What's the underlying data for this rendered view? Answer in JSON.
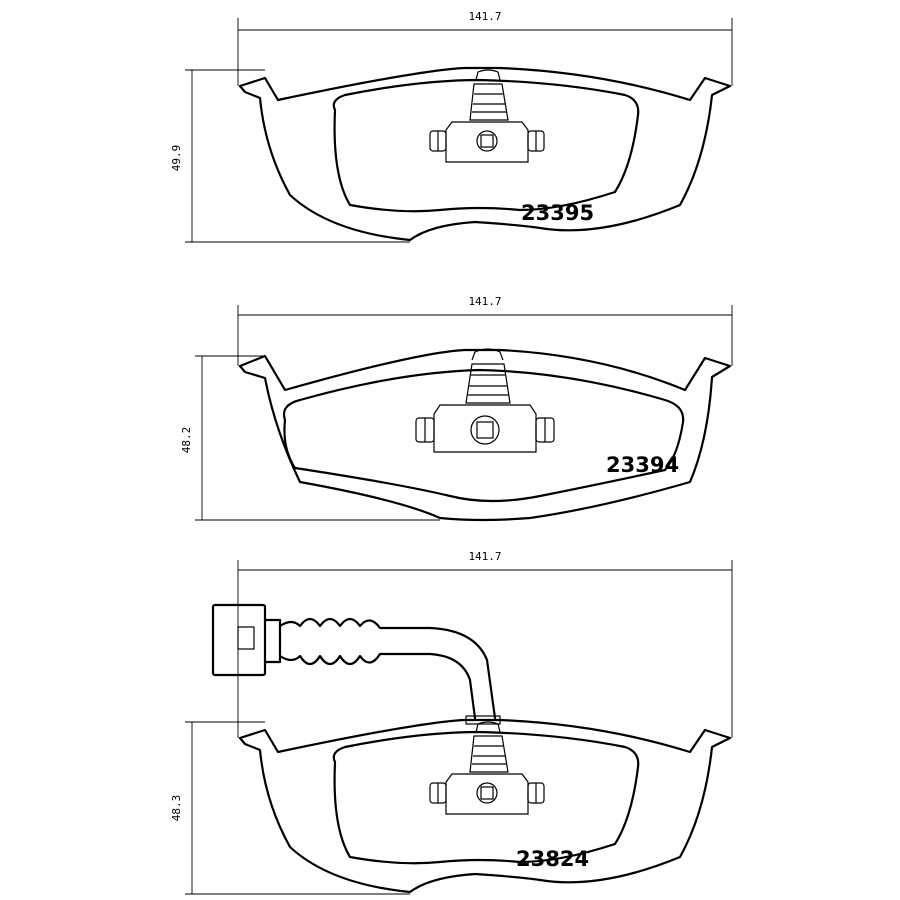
{
  "pads": [
    {
      "part_number": "23395",
      "width_label": "141.7",
      "height_label": "49.9",
      "has_sensor": false
    },
    {
      "part_number": "23394",
      "width_label": "141.7",
      "height_label": "48.2",
      "has_sensor": false
    },
    {
      "part_number": "23824",
      "width_label": "141.7",
      "height_label": "48.3",
      "has_sensor": true
    }
  ],
  "colors": {
    "line": "#000000",
    "background": "#ffffff"
  }
}
